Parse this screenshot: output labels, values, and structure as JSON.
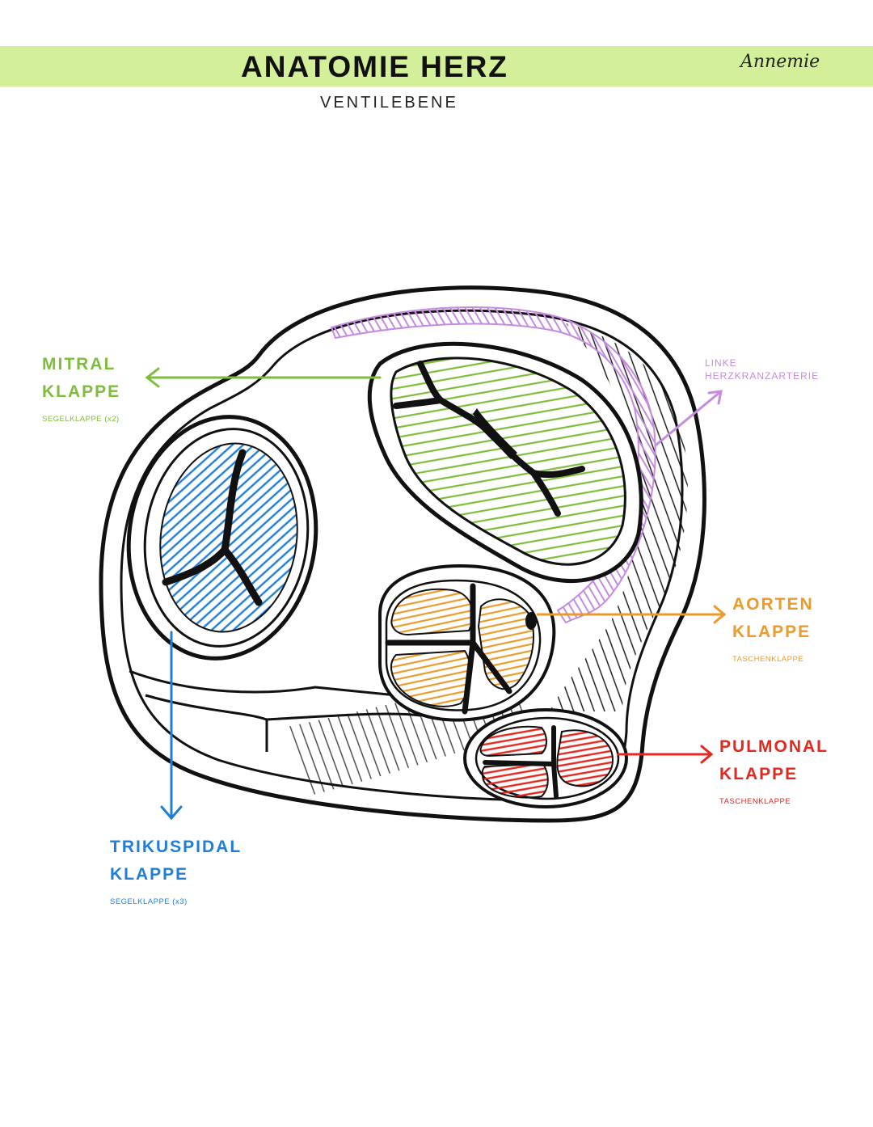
{
  "header": {
    "title": "Anatomie Herz",
    "title_display": "ANATOMIE HERZ",
    "author": "Annemie",
    "subtitle": "VENTILEBENE"
  },
  "labels": {
    "mitral": {
      "line1": "MITRAL",
      "line2": "KLAPPE",
      "note": "SEGELKLAPPE (x2)"
    },
    "trikuspidal": {
      "line1": "TRIKUSPIDAL",
      "line2": "KLAPPE",
      "note": "SEGELKLAPPE (x3)"
    },
    "aorten": {
      "line1": "AORTEN",
      "line2": "KLAPPE",
      "note": "TASCHENKLAPPE"
    },
    "pulmonal": {
      "line1": "PULMONAL",
      "line2": "KLAPPE",
      "note": "TASCHENKLAPPE"
    },
    "koronar": {
      "line1": "LINKE",
      "line2": "HERZKRANZARTERIE"
    }
  },
  "colors": {
    "banner": "#d4ef9a",
    "mitral": "#7ebd3c",
    "trikuspidal": "#1f7fd6",
    "aorten": "#eb9a2c",
    "pulmonal": "#e2281f",
    "koronar": "#c58be0"
  }
}
